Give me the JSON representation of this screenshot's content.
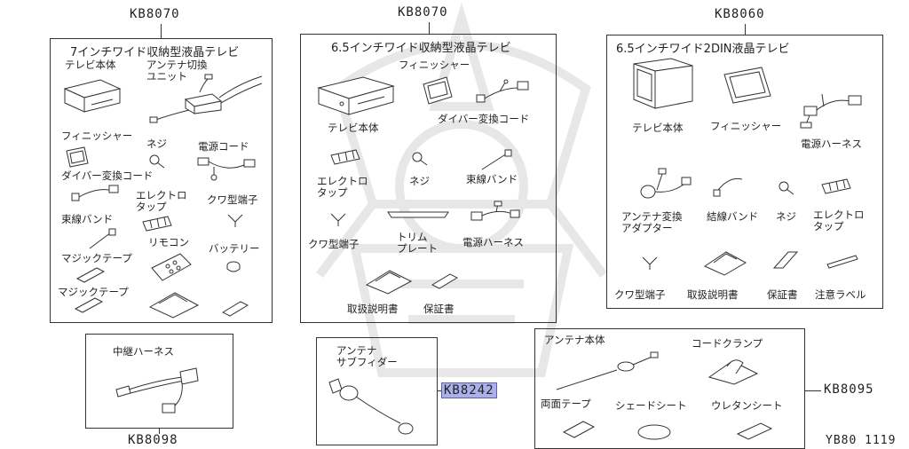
{
  "watermark": "samurai-helmet-watermark",
  "codes": {
    "left": "KB8070",
    "middle": "KB8070",
    "right": "KB8060",
    "harness": "KB8098",
    "antenna_feeder": "KB8242",
    "antenna_body": "KB8095"
  },
  "left_panel": {
    "title": "7インチワイド収納型液晶テレビ",
    "tv_body": "テレビ本体",
    "antenna_switch": "アンテナ切換\nユニット",
    "finisher": "フィニッシャー",
    "screw": "ネジ",
    "power_cord": "電源コード",
    "diver_cord": "ダイバー変換コード",
    "electro_tap": "エレクトロ\nタップ",
    "kuwa_terminal": "クワ型端子",
    "binding_band": "束線バンド",
    "remote": "リモコン",
    "battery": "バッテリー",
    "magic_tape_1": "マジックテープ",
    "magic_tape_2": "マジックテープ"
  },
  "middle_panel": {
    "title": "6.5インチワイド収納型液晶テレビ",
    "finisher": "フィニッシャー",
    "tv_body": "テレビ本体",
    "diver_cord": "ダイバー変換コード",
    "electro_tap": "エレクトロ\nタップ",
    "screw": "ネジ",
    "binding_band": "束線バンド",
    "kuwa_terminal": "クワ型端子",
    "trim_plate": "トリム\nプレート",
    "power_harness": "電源ハーネス",
    "manual": "取扱説明書",
    "warranty": "保証書"
  },
  "right_panel": {
    "title": "6.5インチワイド2DIN液晶テレビ",
    "tv_body": "テレビ本体",
    "finisher": "フィニッシャー",
    "power_harness": "電源ハーネス",
    "antenna_adapter": "アンテナ変換\nアダプター",
    "binding_band": "結線バンド",
    "screw": "ネジ",
    "electro_tap": "エレクトロ\nタップ",
    "kuwa_terminal": "クワ型端子",
    "manual": "取扱説明書",
    "warranty": "保証書",
    "caution_label": "注意ラベル"
  },
  "harness_panel": {
    "title": "中継ハーネス"
  },
  "feeder_panel": {
    "title": "アンテナ\nサブフィダー"
  },
  "antenna_panel": {
    "antenna_body": "アンテナ本体",
    "cord_clamp": "コードクランプ",
    "double_tape": "両面テープ",
    "shade_sheet": "シェードシート",
    "urethane_sheet": "ウレタンシート"
  },
  "footer": {
    "diagram_id": "YB80 1119"
  }
}
